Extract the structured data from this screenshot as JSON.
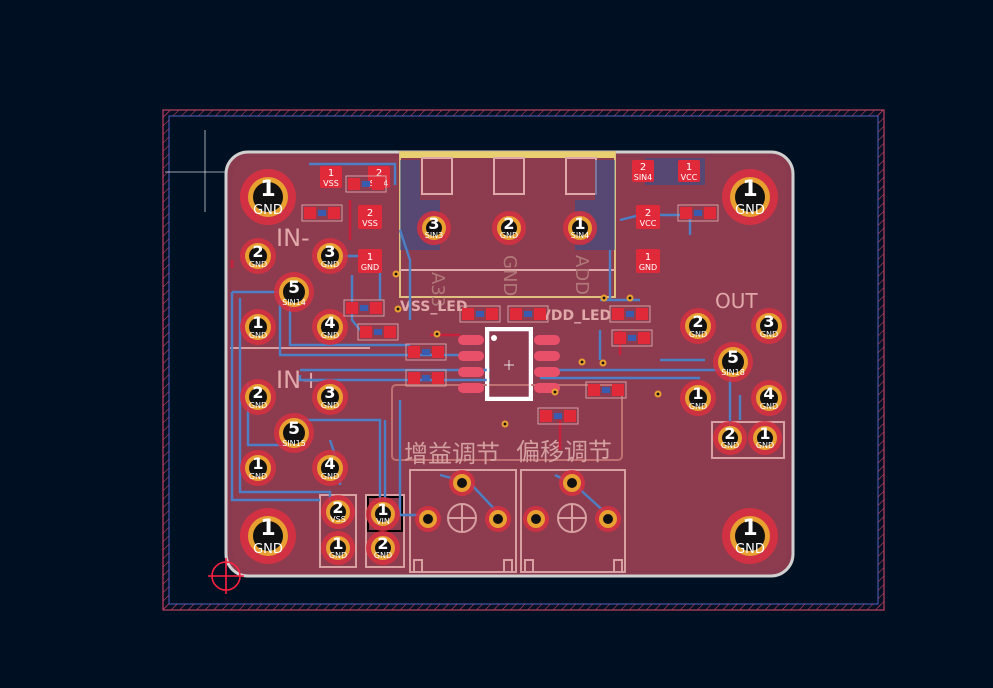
{
  "colors": {
    "background": "#001023",
    "board": "#8a3a4e",
    "copper_top": "#c8102e",
    "pad": "#e05050",
    "trace_back": "#4d7fc4",
    "silk": "#e0a8a8",
    "edge_cuts": "#d0d0d0"
  },
  "labels": {
    "in_minus": "IN-",
    "in_plus": "IN+",
    "out": "OUT",
    "vss_led": "VSS_LED",
    "vdd_led": "VDD_LED",
    "gain_adjust": "增益调节",
    "offset_adjust": "偏移调节",
    "reg_left": "A33",
    "reg_mid": "GND",
    "reg_right": "ADD"
  },
  "mounting_holes": [
    {
      "num": "1",
      "net": "GND"
    },
    {
      "num": "1",
      "net": "GND"
    },
    {
      "num": "1",
      "net": "GND"
    },
    {
      "num": "1",
      "net": "GND"
    }
  ],
  "tht_pads": [
    {
      "num": "2",
      "net": "GND"
    },
    {
      "num": "3",
      "net": "GND"
    },
    {
      "num": "5",
      "net": "SIN14"
    },
    {
      "num": "1",
      "net": "GND"
    },
    {
      "num": "4",
      "net": "GND"
    },
    {
      "num": "2",
      "net": "GND"
    },
    {
      "num": "3",
      "net": "GND"
    },
    {
      "num": "5",
      "net": "SIN15"
    },
    {
      "num": "1",
      "net": "GND"
    },
    {
      "num": "4",
      "net": "GND"
    },
    {
      "num": "2",
      "net": "GND"
    },
    {
      "num": "3",
      "net": "GND"
    },
    {
      "num": "5",
      "net": "SIN18"
    },
    {
      "num": "1",
      "net": "GND"
    },
    {
      "num": "4",
      "net": "GND"
    },
    {
      "num": "2",
      "net": "GND"
    },
    {
      "num": "1",
      "net": "GND"
    },
    {
      "num": "2",
      "net": "VSS"
    },
    {
      "num": "1",
      "net": "VIN"
    },
    {
      "num": "1",
      "net": "GND"
    },
    {
      "num": "2",
      "net": "GND"
    },
    {
      "num": "3",
      "net": "SIN3"
    },
    {
      "num": "2",
      "net": "GND"
    },
    {
      "num": "1",
      "net": "SIN4"
    }
  ],
  "smd_pads": [
    {
      "num": "1",
      "net": "VSS"
    },
    {
      "num": "2",
      "net": "SIN4"
    },
    {
      "num": "2",
      "net": "VSS"
    },
    {
      "num": "1",
      "net": "GND"
    },
    {
      "num": "2",
      "net": "SIN4"
    },
    {
      "num": "1",
      "net": "VCC"
    },
    {
      "num": "2",
      "net": "VCC"
    },
    {
      "num": "1",
      "net": "GND"
    }
  ]
}
